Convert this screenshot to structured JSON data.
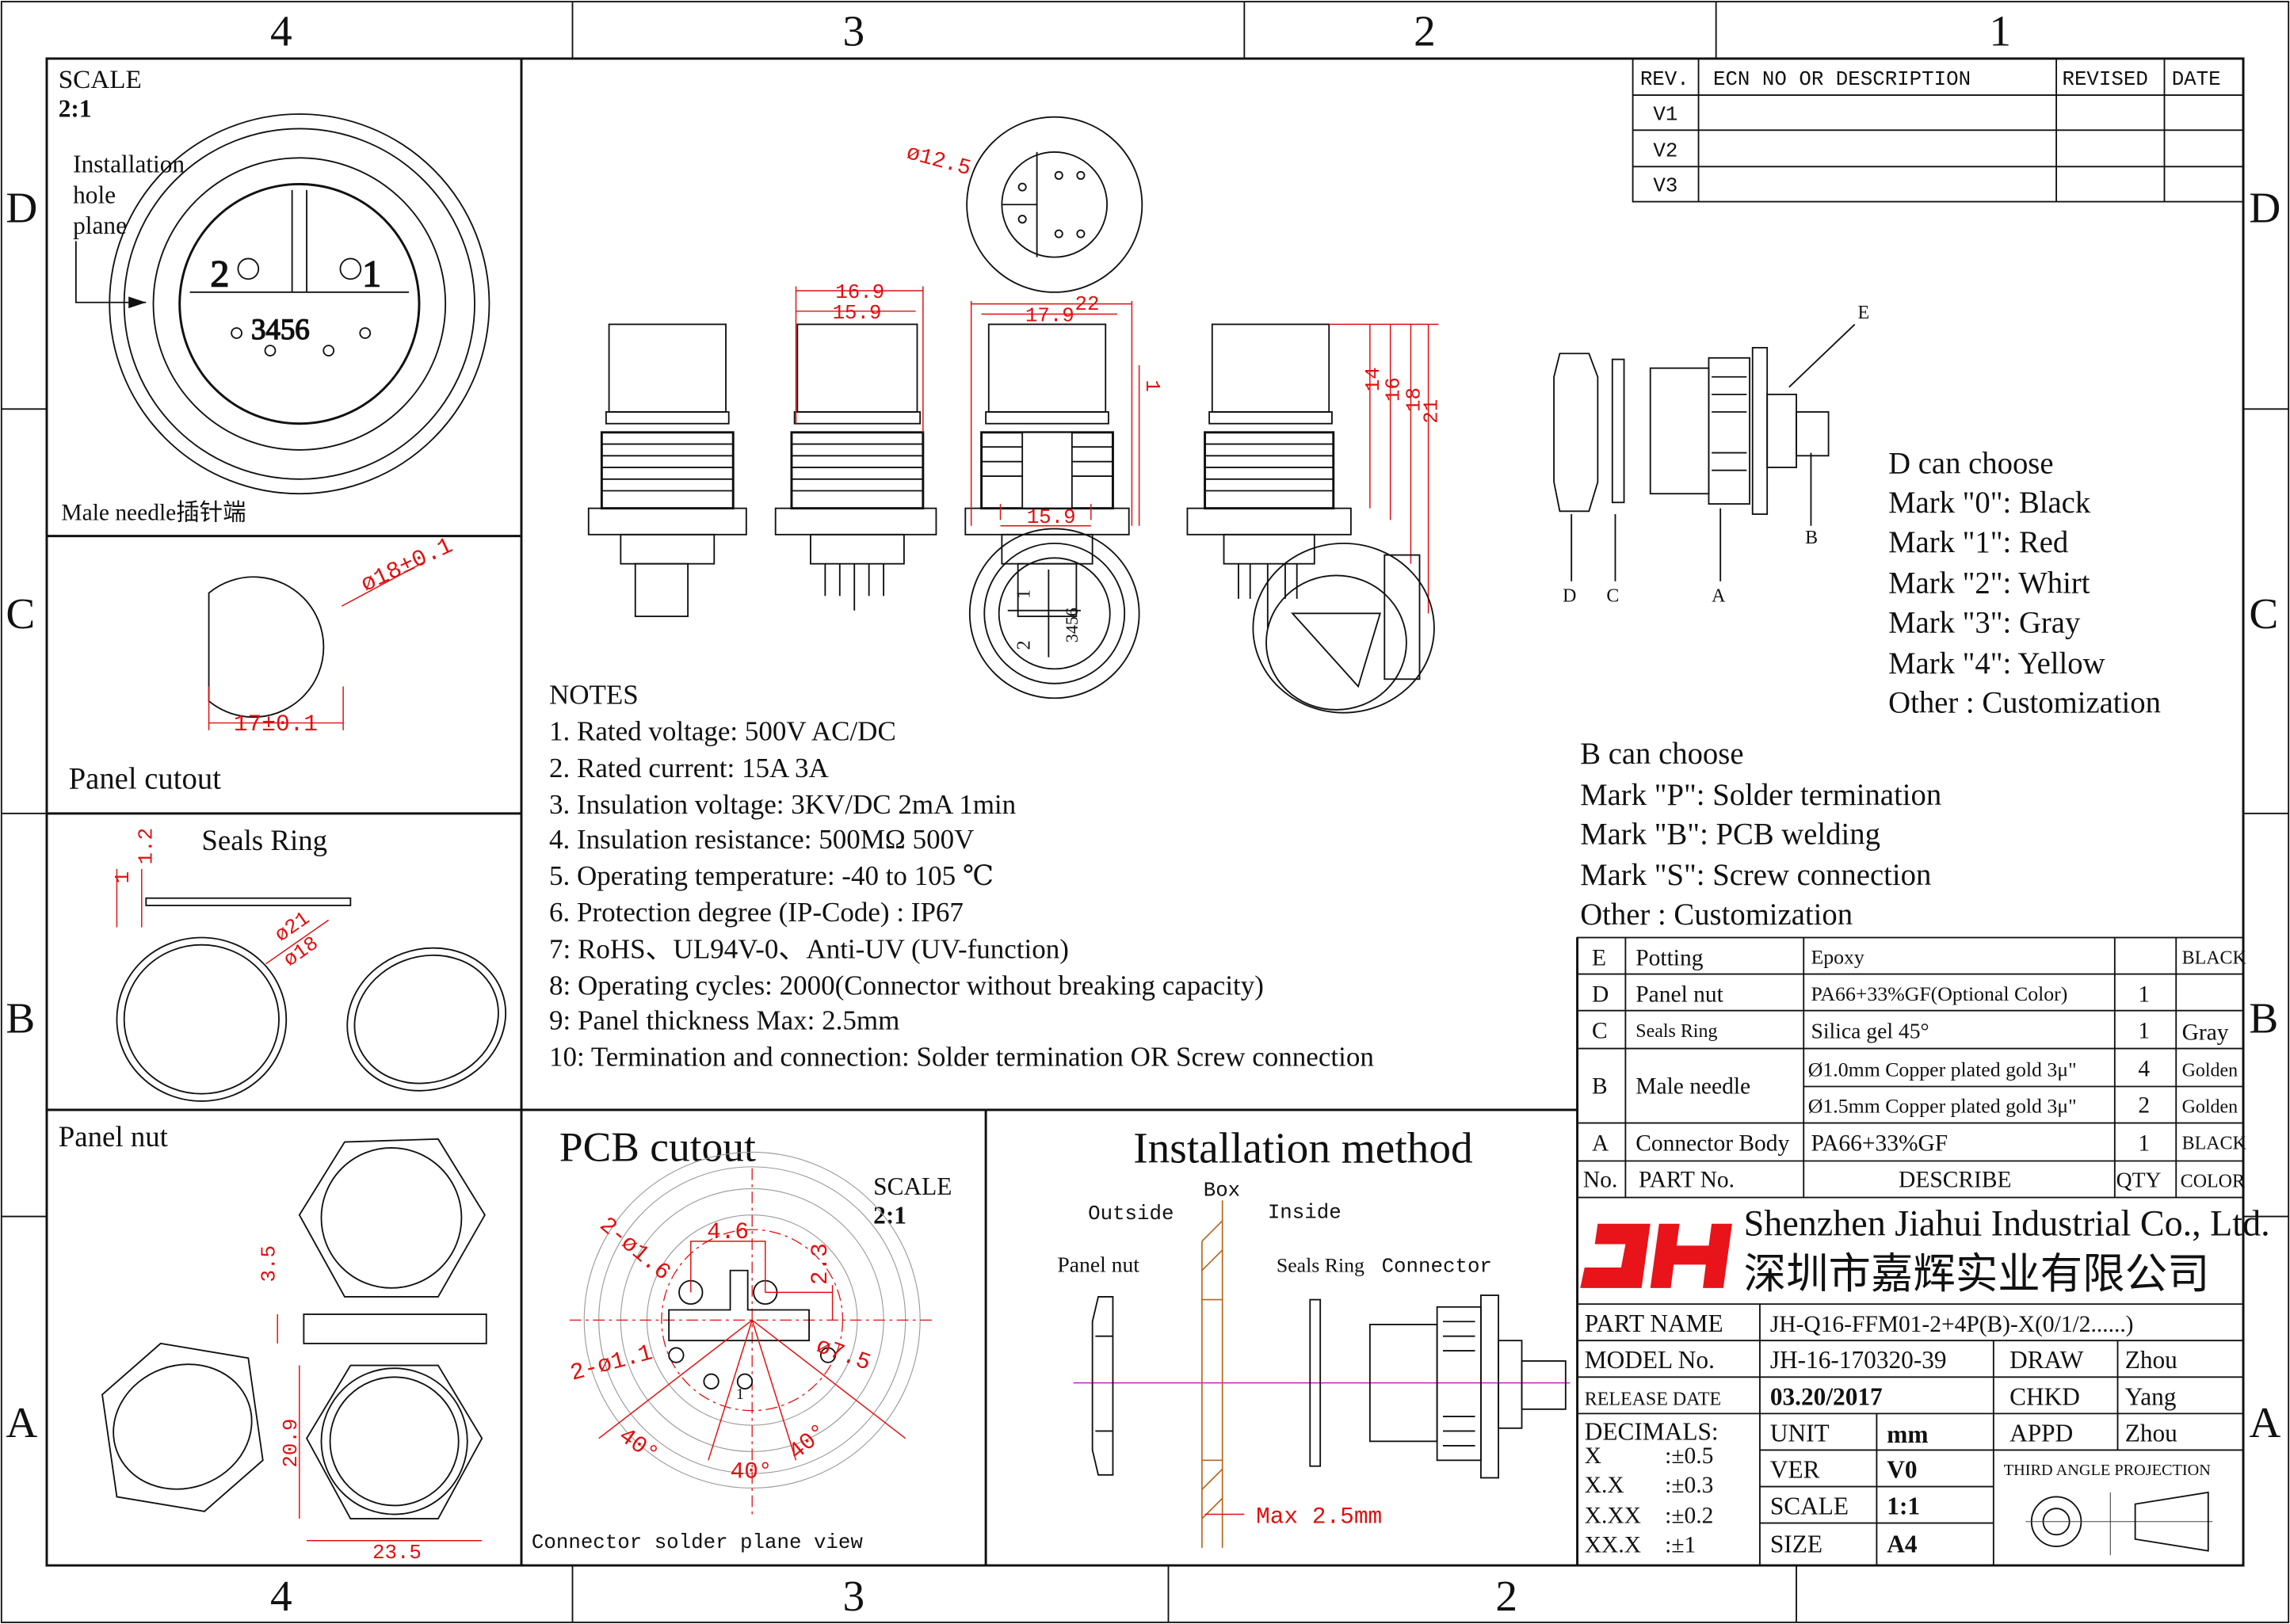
{
  "frame": {
    "top_zones": [
      "4",
      "3",
      "2",
      "1"
    ],
    "bottom_zones": [
      "4",
      "3",
      "2"
    ],
    "row_letters": [
      "D",
      "C",
      "B",
      "A"
    ]
  },
  "rev_table": {
    "headers": [
      "REV.",
      "ECN NO OR DESCRIPTION",
      "REVISED",
      "DATE"
    ],
    "rows": [
      "V1",
      "V2",
      "V3"
    ]
  },
  "male_needle_view": {
    "scale_label": "SCALE",
    "scale_value": "2:1",
    "hole_plane_lines": [
      "Installation",
      "hole",
      "plane"
    ],
    "pin_labels": [
      "2",
      "1",
      "3456"
    ],
    "caption": "Male needle插针端"
  },
  "panel_cutout": {
    "title": "Panel cutout",
    "dia_label": "ø18±0.1",
    "width_label": "17±0.1"
  },
  "seals_ring": {
    "title": "Seals Ring",
    "dims": [
      "1",
      "1.2",
      "ø21",
      "ø18"
    ]
  },
  "panel_nut": {
    "title": "Panel nut",
    "dims": [
      "3.5",
      "20.9",
      "23.5"
    ]
  },
  "main_views": {
    "top_dia": "ø12.5",
    "dims": [
      "16.9",
      "15.9",
      "22",
      "17.9",
      "1",
      "15.9",
      "14",
      "16",
      "18",
      "21"
    ],
    "front_pin_labels": [
      "1",
      "2",
      "3456"
    ]
  },
  "notes": {
    "title": "NOTES",
    "items": [
      "1. Rated voltage: 500V AC/DC",
      "2. Rated current: 15A   3A",
      "3. Insulation voltage: 3KV/DC 2mA 1min",
      "4. Insulation resistance: 500MΩ 500V",
      "5. Operating temperature: -40 to 105 ℃",
      "6. Protection degree (IP-Code) : IP67",
      "7: RoHS、UL94V-0、Anti-UV (UV-function)",
      "8: Operating cycles: 2000(Connector without breaking capacity)",
      "9: Panel thickness Max: 2.5mm",
      "10: Termination and connection: Solder termination OR Screw connection"
    ]
  },
  "exploded_view": {
    "labels": [
      "E",
      "B",
      "D",
      "C",
      "A"
    ]
  },
  "d_options": {
    "title": "D can choose",
    "items": [
      "Mark \"0\": Black",
      "Mark \"1\": Red",
      "Mark \"2\": Whirt",
      "Mark \"3\": Gray",
      "Mark \"4\": Yellow",
      "Other : Customization"
    ]
  },
  "b_options": {
    "title": "B can choose",
    "items": [
      "Mark \"P\":  Solder termination",
      "Mark \"B\":  PCB welding",
      "Mark \"S\":  Screw connection",
      "Other : Customization"
    ]
  },
  "parts_table": {
    "rows": [
      {
        "no": "E",
        "part": "Potting",
        "desc": "Epoxy",
        "qty": "",
        "color": "BLACK"
      },
      {
        "no": "D",
        "part": "Panel nut",
        "desc": "PA66+33%GF(Optional Color)",
        "qty": "1",
        "color": ""
      },
      {
        "no": "C",
        "part": "Seals Ring",
        "desc": "Silica gel 45°",
        "qty": "1",
        "color": "Gray"
      },
      {
        "no": "B",
        "part": "Male needle",
        "desc": "Ø1.0mm Copper plated gold 3μ\"",
        "qty": "4",
        "color": "Golden",
        "desc2": "Ø1.5mm Copper plated gold 3μ\"",
        "qty2": "2",
        "color2": "Golden"
      },
      {
        "no": "A",
        "part": "Connector Body",
        "desc": "PA66+33%GF",
        "qty": "1",
        "color": "BLACK"
      }
    ],
    "header": {
      "no": "No.",
      "part": "PART No.",
      "desc": "DESCRIBE",
      "qty": "QTY",
      "color": "COLOR"
    }
  },
  "company": {
    "logo": "JH",
    "name_en": "Shenzhen Jiahui Industrial Co., Ltd.",
    "name_cn": "深圳市嘉辉实业有限公司",
    "brand_color": "#e8141a"
  },
  "title_block": {
    "part_name_label": "PART NAME",
    "part_name": "JH-Q16-FFM01-2+4P(B)-X(0/1/2......)",
    "model_label": "MODEL No.",
    "model": "JH-16-170320-39",
    "release_label": "RELEASE DATE",
    "release": "03.20/2017",
    "draw_label": "DRAW",
    "draw": "Zhou",
    "chkd_label": "CHKD",
    "chkd": "Yang",
    "appd_label": "APPD",
    "appd": "Zhou",
    "decimals_label": "DECIMALS:",
    "decimals": [
      [
        "X",
        ":±0.5"
      ],
      [
        "X.X",
        ":±0.3"
      ],
      [
        "X.XX",
        ":±0.2"
      ],
      [
        "XX.X",
        ":±1"
      ]
    ],
    "unit_label": "UNIT",
    "unit": "mm",
    "ver_label": "VER",
    "ver": "V0",
    "scale_label": "SCALE",
    "scale": "1:1",
    "size_label": "SIZE",
    "size": "A4",
    "projection": "THIRD ANGLE PROJECTION"
  },
  "pcb_cutout": {
    "title": "PCB cutout",
    "scale_label": "SCALE",
    "scale_value": "2:1",
    "dims": [
      "2-ø1.6",
      "4.6",
      "2.3",
      "ø7.5",
      "2-ø1.1",
      "40°",
      "40°",
      "40°"
    ],
    "pin_mark": "1",
    "caption": "Connector solder plane view"
  },
  "installation": {
    "title": "Installation method",
    "labels": {
      "outside": "Outside",
      "box": "Box",
      "inside": "Inside",
      "panel_nut": "Panel nut",
      "seals_ring": "Seals Ring",
      "connector": "Connector"
    },
    "max_label": "Max  2.5mm"
  }
}
